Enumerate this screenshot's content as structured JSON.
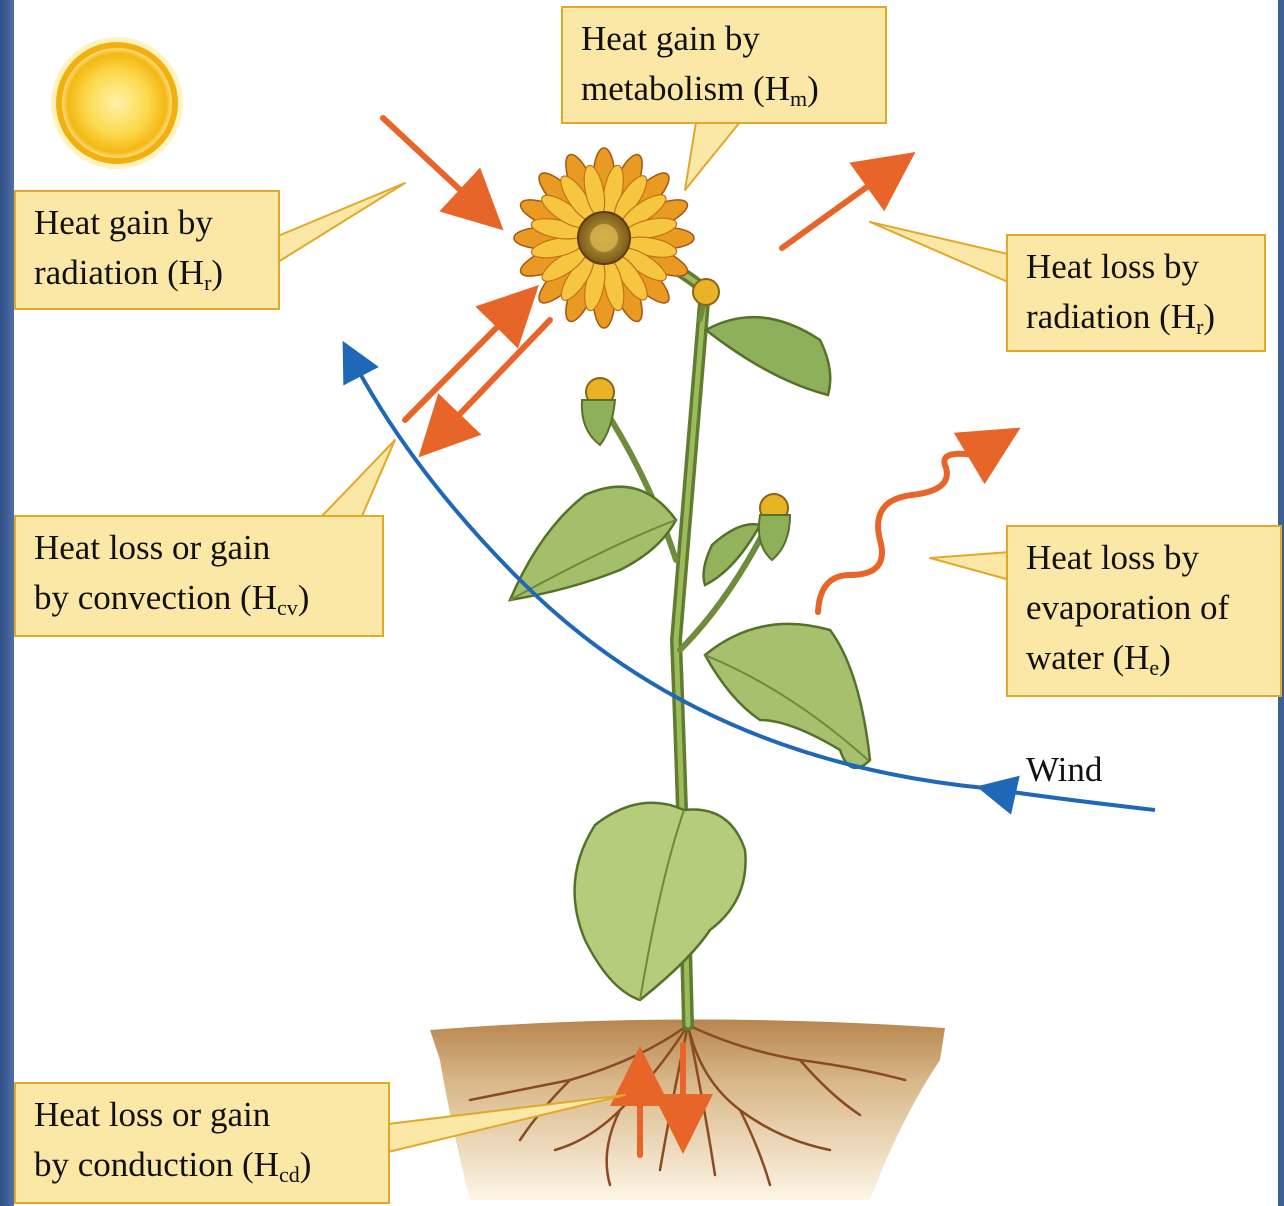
{
  "labels": {
    "metabolism": {
      "line1": "Heat gain by",
      "line2_pre": "metabolism (H",
      "sub": "m",
      "post": ")"
    },
    "radiation_gain": {
      "line1": "Heat gain by",
      "line2_pre": "radiation (H",
      "sub": "r",
      "post": ")"
    },
    "radiation_loss": {
      "line1": "Heat loss by",
      "line2_pre": "radiation (H",
      "sub": "r",
      "post": ")"
    },
    "convection": {
      "line1": "Heat loss or gain",
      "line2_pre": "by convection (H",
      "sub": "cv",
      "post": ")"
    },
    "evaporation": {
      "line1": "Heat loss by",
      "line2": "evaporation of",
      "line3_pre": "water (H",
      "sub": "e",
      "post": ")"
    },
    "conduction": {
      "line1": "Heat loss or gain",
      "line2_pre": "by conduction (H",
      "sub": "cd",
      "post": ")"
    }
  },
  "wind_label": "Wind",
  "colors": {
    "label_fill": "#fbe8a6",
    "label_border": "#e0a92a",
    "arrow_orange": "#e8652a",
    "wind_blue": "#1f68b8",
    "frame_blue": "#3f5f98",
    "sun": "#f7c21c"
  }
}
